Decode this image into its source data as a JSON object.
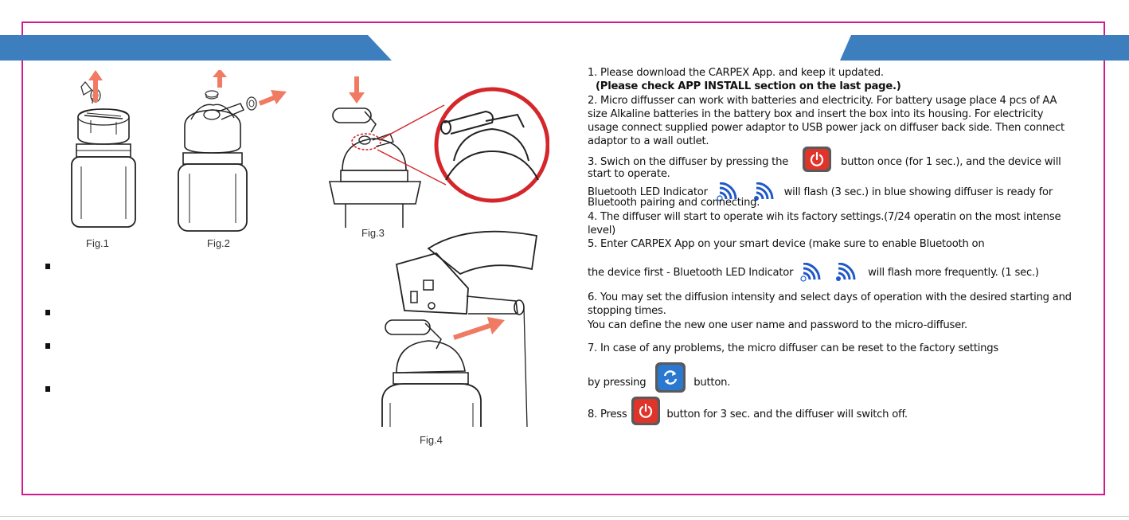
{
  "figures": {
    "fig1": "Fig.1",
    "fig2": "Fig.2",
    "fig3": "Fig.3",
    "fig4": "Fig.4"
  },
  "colors": {
    "banner": "#3d7ebf",
    "frame": "#d4198f",
    "arrow": "#f07a62",
    "power_button": "#e0342b",
    "reset_button": "#2a78d0",
    "bluetooth_icon": "#1f58c8"
  },
  "instructions": {
    "step1": "1. Please download the CARPEX App. and keep it updated.",
    "step1_note": "(Please check APP INSTALL section on the last page.)",
    "step2_line1": "2. Micro diffusser can work with batteries and electricity. For battery usage place 4 pcs of AA",
    "step2_line2": "size Alkaline batteries in the battery box and insert the box into its housing. For electricity",
    "step2_line3": "usage connect supplied power adaptor to USB power jack on diffuser back side. Then connect",
    "step2_line4": "adaptor to a wall outlet.",
    "step3_before": "3. Swich on the diffuser by pressing the",
    "step3_after": "button once (for 1 sec.), and the device will",
    "step3_line2": "start to operate.",
    "step3_bt_before": "Bluetooth LED   Indicator",
    "step3_bt_after": "will flash (3 sec.) in blue showing diffuser is ready for",
    "step3_line4": "Bluetooth pairing and connecting.",
    "step4_line1": "4. The diffuser will start to operate wih its factory settings.(7/24 operatin on the most intense",
    "step4_line2": "level)",
    "step5_line1": "5. Enter CARPEX App on your smart device (make sure to enable Bluetooth on",
    "step5_before": " the device first -  Bluetooth LED Indicator",
    "step5_after": "will flash more frequently. (1 sec.)",
    "step6_line1": "6. You may set the diffusion intensity and select days of operation with the desired starting and",
    "step6_line2": "stopping times.",
    "step6_line3": "You can define the new one user name and password to the micro-diffuser.",
    "step7_line1": "7. In case of any problems, the micro diffuser can be reset to the factory settings",
    "step7_before": "by pressing",
    "step7_after": "button.",
    "step8_before": "8. Press",
    "step8_after": "button for 3 sec. and the diffuser will switch off."
  }
}
